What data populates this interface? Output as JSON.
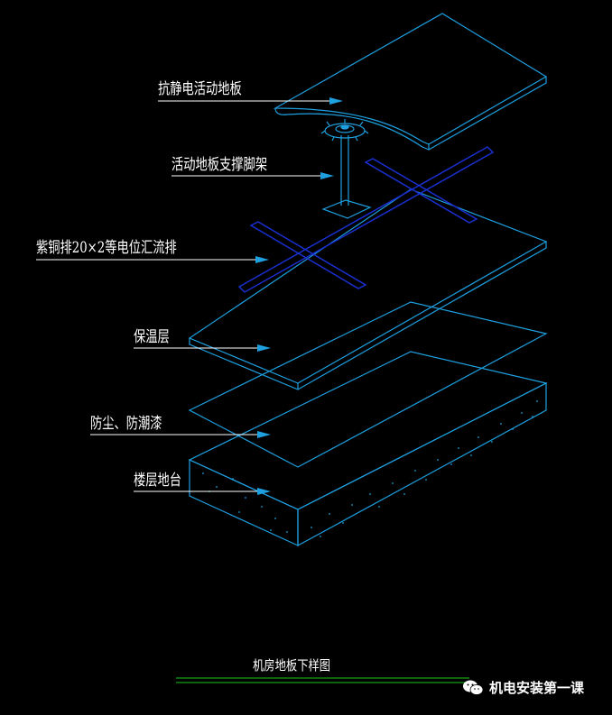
{
  "labels": {
    "raised_floor": "抗静电活动地板",
    "pedestal": "活动地板支撑脚架",
    "copper_bar": "紫铜排20×2等电位汇流排",
    "insulation": "保温层",
    "dustproof": "防尘、防潮漆",
    "slab": "楼层地台"
  },
  "drawing_title": "机房地板下样图",
  "watermark": "机电安装第一课",
  "colors": {
    "background": "#000000",
    "line": "#1ea0e0",
    "bar": "#1a2fd0",
    "text": "#ffffff",
    "title_underline": "#19c81e"
  }
}
